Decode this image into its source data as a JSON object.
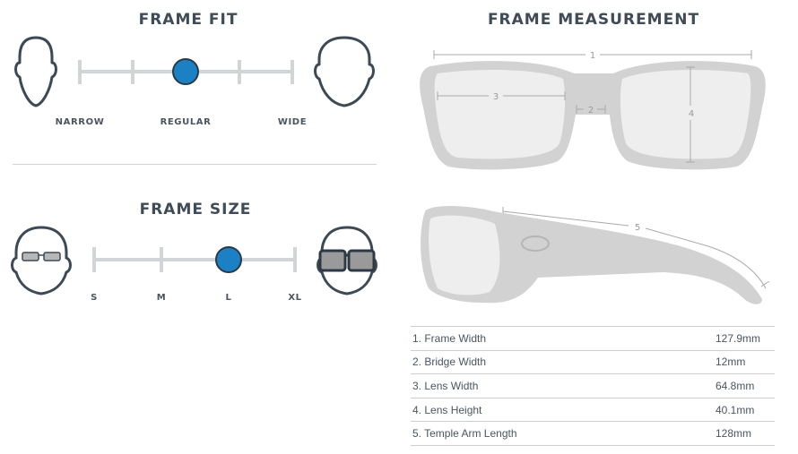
{
  "frame_fit": {
    "title": "FRAME FIT",
    "labels": [
      "NARROW",
      "REGULAR",
      "WIDE"
    ],
    "selected": "REGULAR"
  },
  "frame_size": {
    "title": "FRAME SIZE",
    "labels": [
      "S",
      "M",
      "L",
      "XL"
    ],
    "selected": "L"
  },
  "frame_measurement": {
    "title": "FRAME MEASUREMENT",
    "callouts": [
      "1",
      "2",
      "3",
      "4",
      "5"
    ],
    "rows": [
      {
        "label": "1. Frame Width",
        "value": "127.9mm"
      },
      {
        "label": "2. Bridge Width",
        "value": "12mm"
      },
      {
        "label": "3. Lens Width",
        "value": "64.8mm"
      },
      {
        "label": "4. Lens Height",
        "value": "40.1mm"
      },
      {
        "label": "5. Temple Arm Length",
        "value": "128mm"
      }
    ]
  },
  "colors": {
    "accent": "#1b80c4",
    "slider_track": "#d1d5d8",
    "outline": "#3d4a55",
    "frame_gray": "#cfcfcf"
  }
}
